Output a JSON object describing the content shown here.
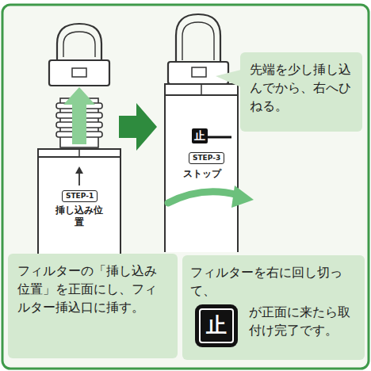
{
  "diagram": {
    "nodes": [
      {
        "text": [
          "フィルターの「挿し込み位置」を正面にし、フィルター挿込口に挿す。"
        ]
      },
      {
        "text": [
          "先端を少し挿し込んでから、右へひねる。"
        ]
      },
      {
        "text": [
          "フィルターを右に回し切って、",
          "が正面に来たら取付け完了です。"
        ]
      },
      {
        "text": [
          "止"
        ],
        "in": 2
      },
      {
        "text": [
          "STEP-1"
        ]
      },
      {
        "text": [
          "止"
        ]
      },
      {
        "text": [
          "STEP-3"
        ]
      }
    ],
    "labels": [
      "挿し込み位置",
      "ストップ"
    ]
  }
}
